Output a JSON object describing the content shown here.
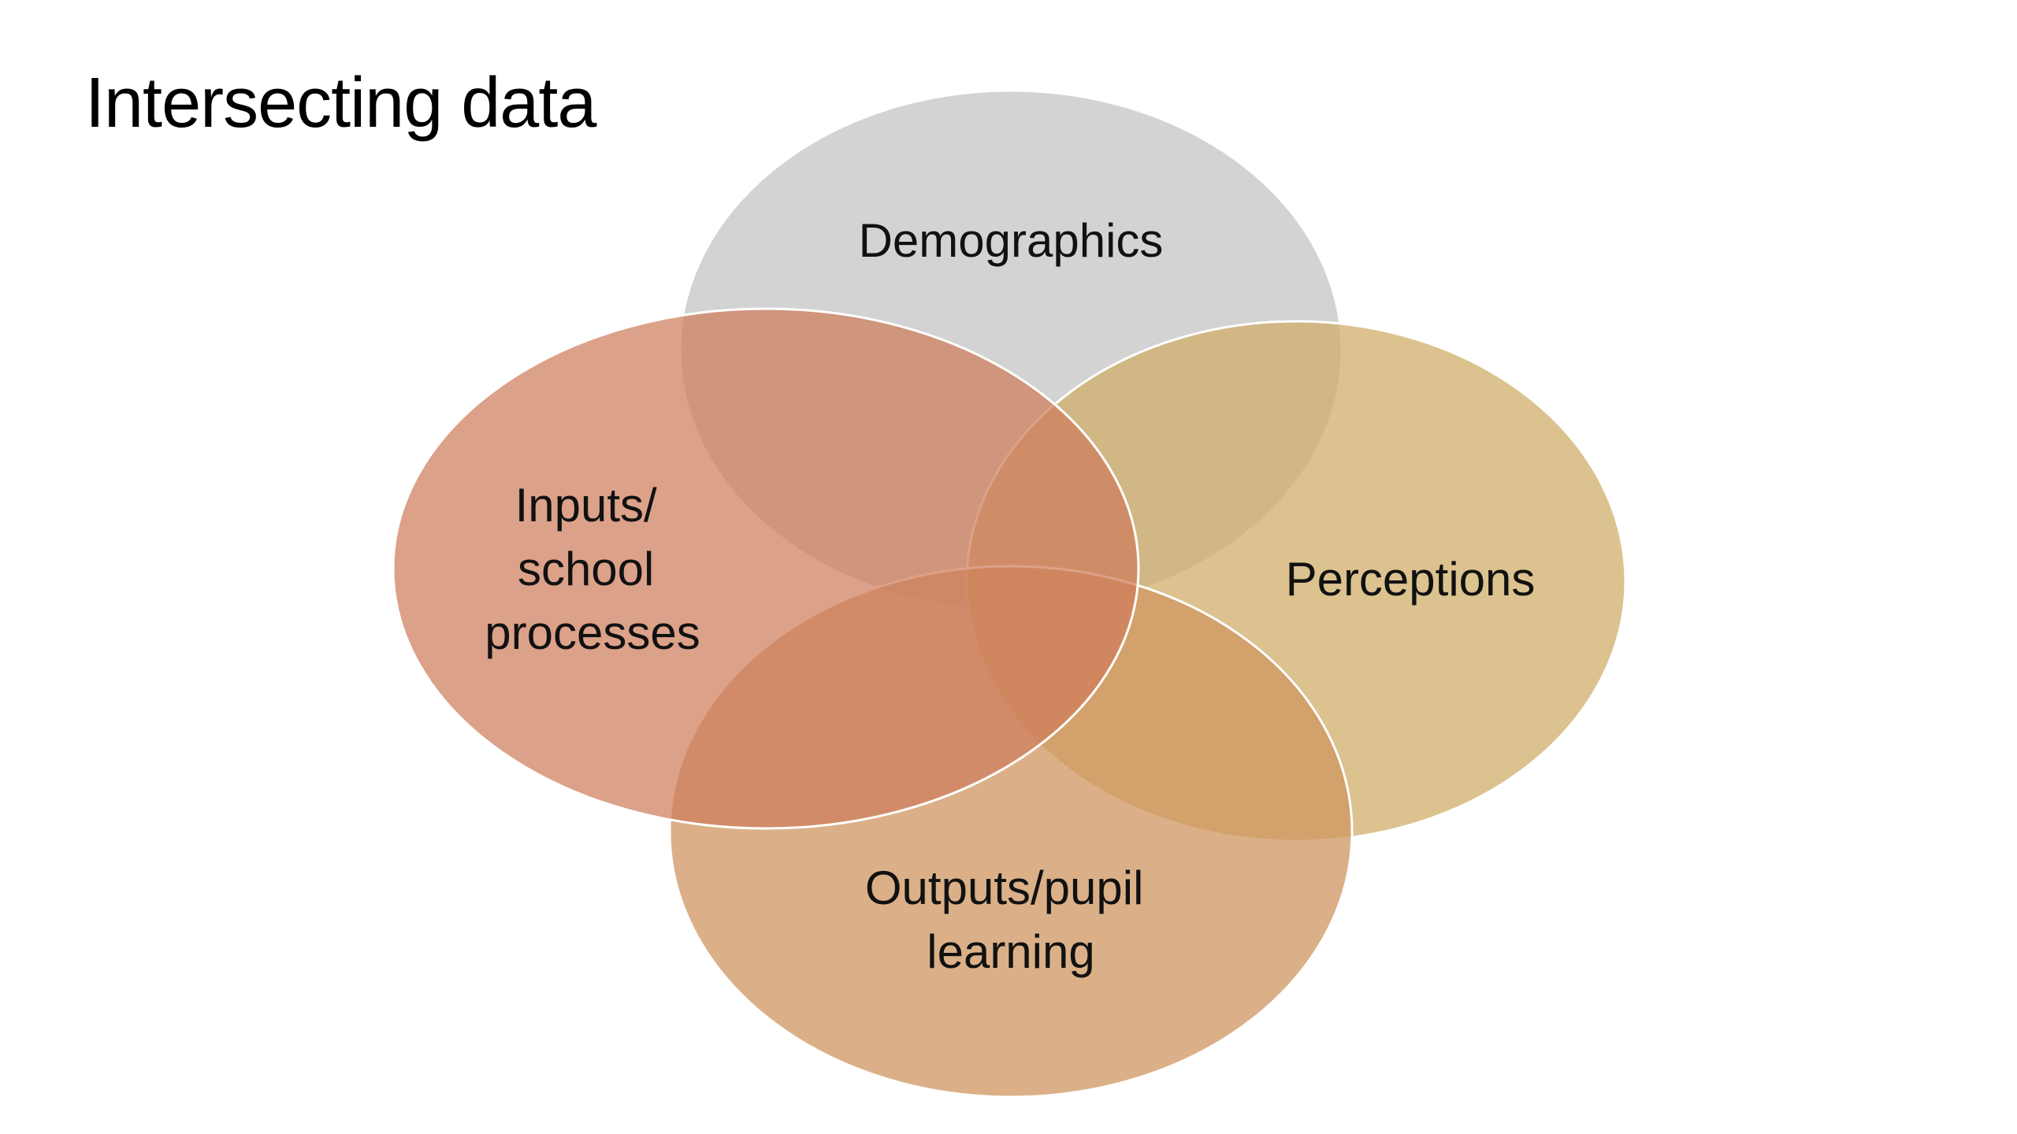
{
  "slide": {
    "title": "Intersecting data"
  },
  "venn": {
    "sets": [
      {
        "id": "demographics",
        "color": "#c8c8c8",
        "label_lines": [
          "Demographics"
        ]
      },
      {
        "id": "perceptions",
        "color": "#cfae6a",
        "label_lines": [
          "Perceptions"
        ]
      },
      {
        "id": "outputs",
        "color": "#cf9560",
        "label_lines": [
          "Outputs/pupil",
          "learning"
        ]
      },
      {
        "id": "inputs",
        "color": "#cf7d5b",
        "label_lines": [
          "Inputs/",
          "school",
          "processes"
        ]
      }
    ]
  }
}
